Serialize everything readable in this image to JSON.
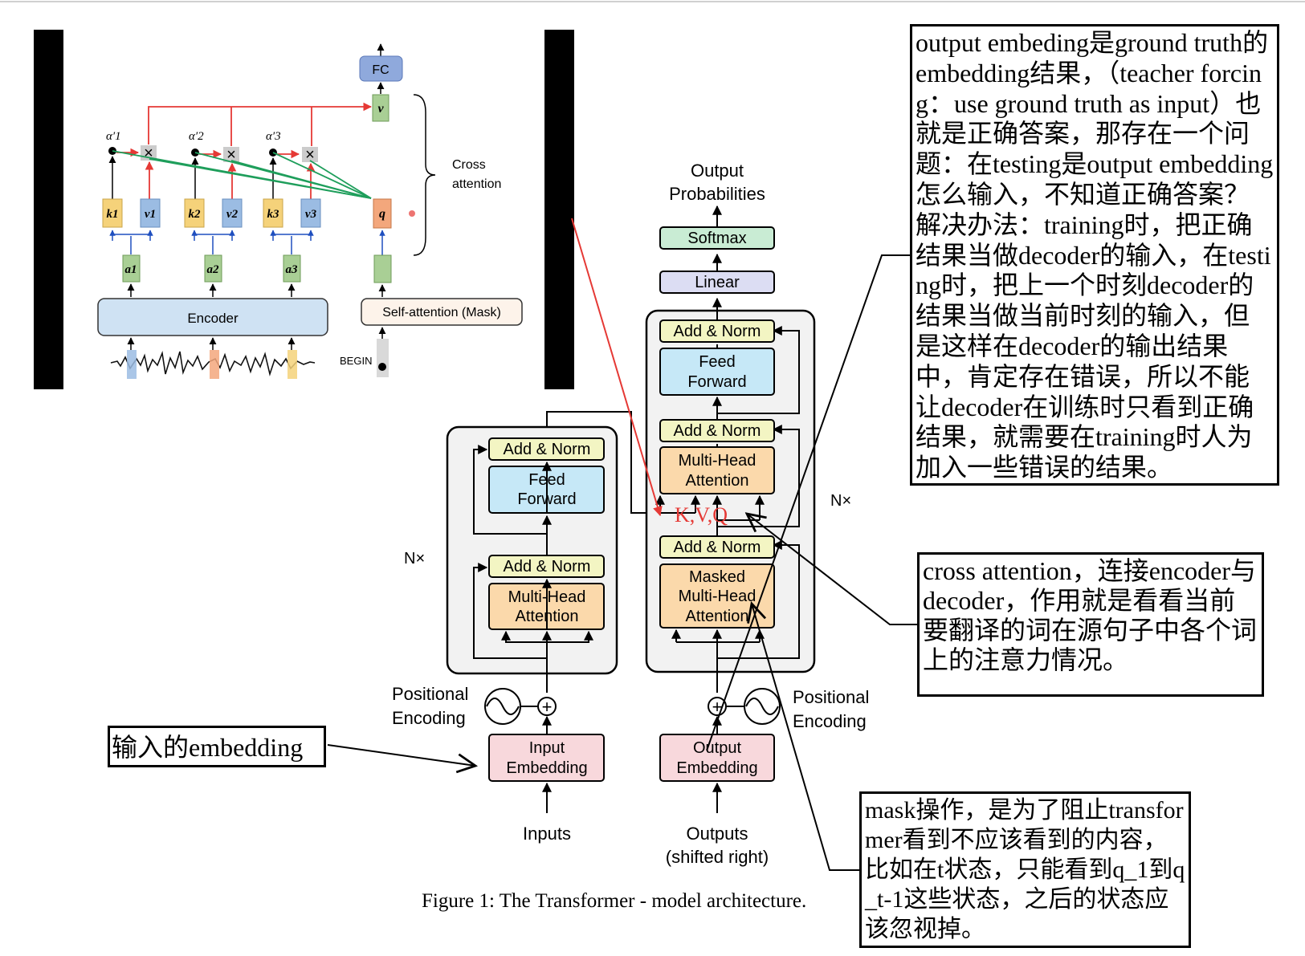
{
  "cross_attention_figure": {
    "fc": "FC",
    "v_out": "v",
    "alpha": [
      "α′1",
      "α′2",
      "α′3"
    ],
    "keys": [
      "k1",
      "k2",
      "k3"
    ],
    "values": [
      "v1",
      "v2",
      "v3"
    ],
    "a": [
      "a1",
      "a2",
      "a3"
    ],
    "q": "q",
    "encoder": "Encoder",
    "self_attention_mask": "Self-attention (Mask)",
    "begin": "BEGIN",
    "cross_attention_line1": "Cross",
    "cross_attention_line2": "attention",
    "colors": {
      "key": "#f5d27a",
      "value": "#9bbce3",
      "a": "#a9cf95",
      "q": "#f3a77c",
      "fc": "#8fa9dc",
      "encoder": "#cfe2f3",
      "red_line": "#e53935",
      "green_line": "#1e9e5b"
    }
  },
  "transformer": {
    "output_probabilities_1": "Output",
    "output_probabilities_2": "Probabilities",
    "softmax": "Softmax",
    "linear": "Linear",
    "add_norm": "Add & Norm",
    "feed_forward_1": "Feed",
    "feed_forward_2": "Forward",
    "multi_head_1": "Multi-Head",
    "multi_head_2": "Attention",
    "masked_1": "Masked",
    "masked_2": "Multi-Head",
    "masked_3": "Attention",
    "nx_left": "N×",
    "nx_right": "N×",
    "kvq": "K,V,Q",
    "positional_1": "Positional",
    "positional_2": "Encoding",
    "input_embedding_1": "Input",
    "input_embedding_2": "Embedding",
    "output_embedding_1": "Output",
    "output_embedding_2": "Embedding",
    "inputs": "Inputs",
    "outputs_1": "Outputs",
    "outputs_2": "(shifted right)",
    "caption": "Figure 1: The Transformer - model architecture.",
    "colors": {
      "add_norm": "#f3f5c3",
      "feed_forward": "#c6e8f7",
      "attention": "#fbd9ab",
      "embedding": "#f8d8dc",
      "softmax": "#c9ecd4",
      "linear": "#dcddf3",
      "block_bg": "#f2f2f2"
    }
  },
  "notes": {
    "output_embedding": "output embeding是ground truth的embedding结果，（teacher forcing：use ground truth as input）也就是正确答案，那存在一个问题：在testing是output embedding怎么输入，不知道正确答案？解决办法：training时，把正确结果当做decoder的输入，在testing时，把上一个时刻decoder的结果当做当前时刻的输入，但是这样在decoder的输出结果中，肯定存在错误，所以不能让decoder在训练时只看到正确结果，就需要在training时人为加入一些错误的结果。",
    "cross_attention": "cross attention，连接encoder与decoder，作用就是看看当前要翻译的词在源句子中各个词上的注意力情况。",
    "mask": "mask操作，是为了阻止transformer看到不应该看到的内容，比如在t状态，只能看到q_1到q_t-1这些状态，之后的状态应该忽视掉。",
    "input_embedding": "输入的embedding"
  }
}
